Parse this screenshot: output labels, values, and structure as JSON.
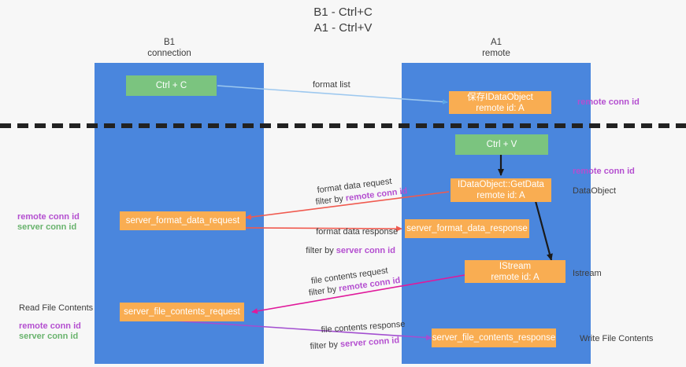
{
  "title": "B1 - Ctrl+C\nA1 - Ctrl+V",
  "columns": [
    {
      "name": "B1",
      "sub": "connection",
      "header": "B1\nconnection"
    },
    {
      "name": "A1",
      "sub": "remote",
      "header": "A1\nremote"
    }
  ],
  "nodes": {
    "ctrl_c": "Ctrl + C",
    "save_idataobject": "保存IDataObject\nremote id: A",
    "ctrl_v": "Ctrl + V",
    "getdata": "IDataObject::GetData\nremote id: A",
    "server_format_data_request": "server_format_data_request",
    "server_format_data_response": "server_format_data_response",
    "istream": "IStream\nremote id: A",
    "server_file_contents_request": "server_file_contents_request",
    "server_file_contents_response": "server_file_contents_response"
  },
  "edge_labels": {
    "format_list": "format list",
    "format_data_request": "format data request",
    "format_data_request_filter_prefix": "filter by ",
    "format_data_request_filter_key": "remote conn id",
    "format_data_response": "format data response",
    "format_data_response_filter_prefix": "filter by ",
    "format_data_response_filter_key": "server conn id",
    "file_contents_request": "file contents request",
    "file_contents_request_filter_prefix": "filter by ",
    "file_contents_request_filter_key": "remote conn id",
    "file_contents_response": "file contents response",
    "file_contents_response_filter_prefix": "filter by ",
    "file_contents_response_filter_key": "server conn id"
  },
  "side_labels": {
    "right_remote_conn_id_top": "remote conn id",
    "right_remote_conn_id_mid": "remote conn id",
    "right_dataobject": "DataObject",
    "right_istream": "Istream",
    "right_write_file_contents": "Write File Contents",
    "left_remote_conn_id": "remote conn id",
    "left_server_conn_id": "server conn id",
    "left_read_file_contents": "Read File Contents",
    "left_remote_conn_id_2": "remote conn id",
    "left_server_conn_id_2": "server conn id"
  },
  "colors": {
    "lane": "#4a86dd",
    "green_node": "#7bc47f",
    "orange_node": "#f9ad52",
    "purple_text": "#b44fd0",
    "green_text": "#69b36d",
    "dark_text": "#3c3c3c",
    "edge_blue": "#9dc8ef",
    "edge_red": "#f05a4f",
    "edge_magenta": "#e0199b",
    "edge_violet": "#a34fd0",
    "edge_black": "#1a1a1a",
    "background": "#f7f7f7"
  }
}
